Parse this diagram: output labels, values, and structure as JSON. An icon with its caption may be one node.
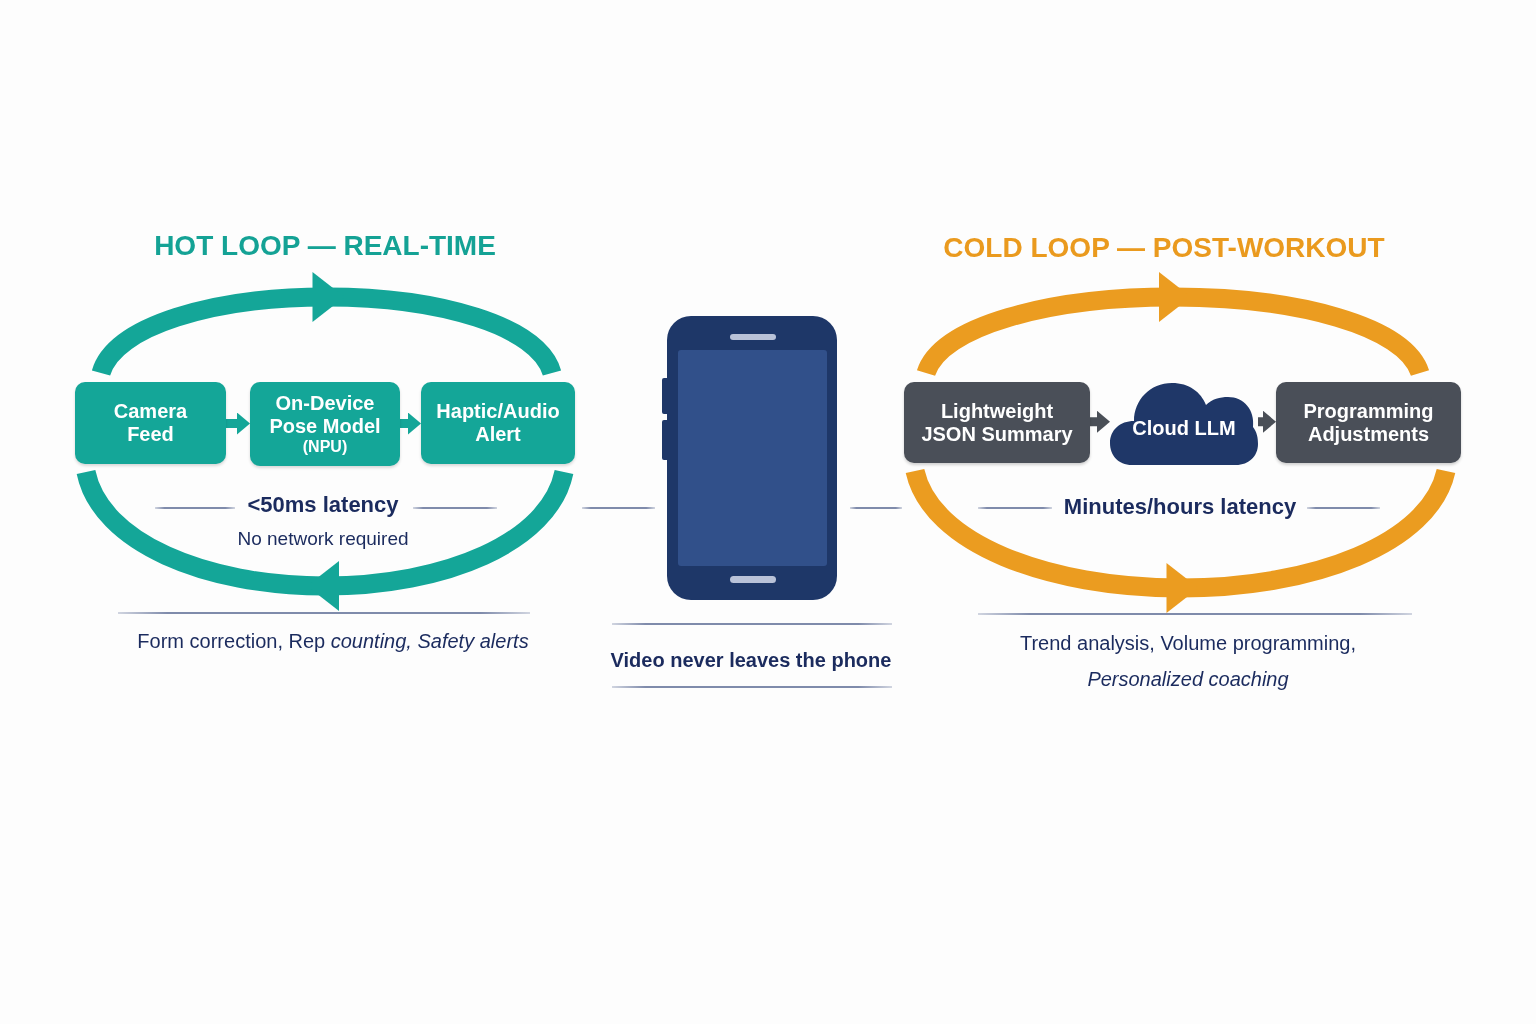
{
  "diagram": {
    "nodes": [
      {
        "text": [
          "Camera Feed"
        ]
      },
      {
        "text": [
          "On-Device Pose Model",
          "(NPU)"
        ]
      },
      {
        "text": [
          "Haptic/Audio Alert"
        ]
      },
      {
        "text": [
          "Lightweight JSON Summary"
        ]
      },
      {
        "text": [
          "Cloud LLM"
        ]
      },
      {
        "text": [
          "Programming Adjustments"
        ]
      }
    ],
    "edges": [
      {
        "from": 0,
        "to": 1,
        "arrow": "to"
      },
      {
        "from": 1,
        "to": 2,
        "arrow": "to"
      },
      {
        "from": 3,
        "to": 4,
        "arrow": "to",
        "color": "#4a4f57"
      },
      {
        "from": 4,
        "to": 5,
        "arrow": "to",
        "color": "#4a4f57"
      }
    ],
    "labels": [
      "HOT LOOP — REAL-TIME",
      "COLD LOOP — POST-WORKOUT",
      "<50ms latency",
      "Minutes/hours latency",
      "No network required",
      "Form correction, Rep *counting, Safety alerts*",
      "Video never leaves the phone",
      "Trend analysis, Volume programming, *Personalized coaching*"
    ]
  }
}
